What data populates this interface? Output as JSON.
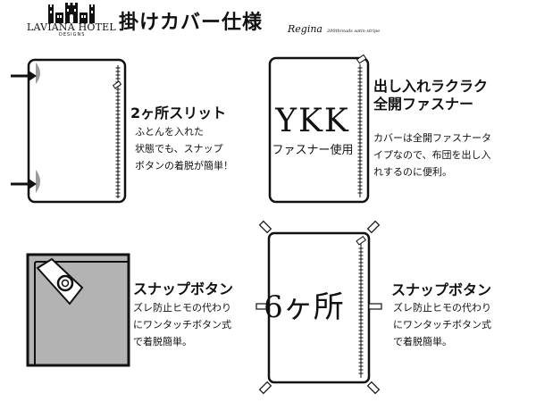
{
  "header": {
    "logo_name": "LAVIANA HOTEL",
    "logo_sub": "DESIGNS",
    "title": "掛けカバー仕様",
    "brand_script": "Regina",
    "spec_text": "200threads satin stripe"
  },
  "sections": {
    "slit": {
      "heading": "2ヶ所スリット",
      "lines": [
        "ふとんを入れた",
        "状態でも、スナップ",
        "ボタンの着脱が簡単！"
      ]
    },
    "zipper": {
      "heading_line1": "出し入れラクラク",
      "heading_line2": "全開ファスナー",
      "lines": [
        "カバーは全開ファスナータ",
        "イプなので、布団を出し入",
        "れするのに便利。"
      ],
      "ykk_label": "YKK",
      "ykk_caption": "ファスナー使用"
    },
    "snap_left": {
      "heading": "スナップボタン",
      "lines": [
        "ズレ防止ヒモの代わり",
        "にワンタッチボタン式",
        "で着脱簡単。"
      ]
    },
    "snap_right": {
      "heading": "スナップボタン",
      "lines": [
        "ズレ防止ヒモの代わり",
        "にワンタッチボタン式",
        "で着脱簡単。"
      ],
      "count_label": "6ヶ所"
    }
  },
  "colors": {
    "ink": "#111111",
    "fill_gray": "#b3b3b3",
    "arrow_tip": "#9a9a9a"
  },
  "icons": [
    "hotel-castle-logo-icon",
    "arrow-right-icon",
    "zipper-icon",
    "snap-button-icon"
  ]
}
